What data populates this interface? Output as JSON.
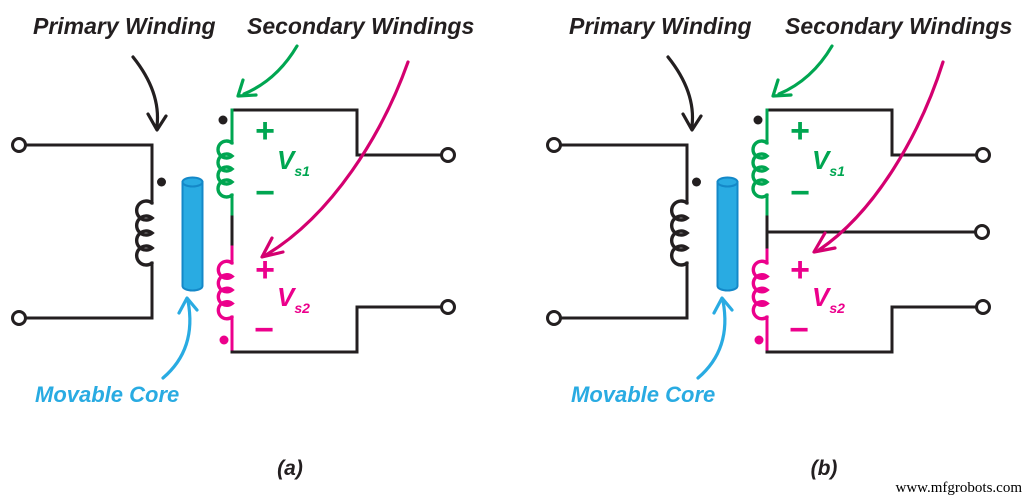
{
  "page": {
    "background": "#FFFFFF",
    "watermark": "www.mfgrobots.com"
  },
  "colors": {
    "line_black": "#231F20",
    "secondary1_green": "#00A651",
    "secondary2_pink": "#EC008C",
    "pointer_arrow_pink": "#D40070",
    "core_cyan": "#29ABE2"
  },
  "diagrams": [
    {
      "caption": "(a)",
      "primary_winding_label": "Primary Winding",
      "secondary_windings_label": "Secondary Windings",
      "movable_core_label": "Movable Core",
      "secondary1": {
        "plus": "+",
        "voltage_main": "V",
        "voltage_sub": "s1",
        "minus": "−"
      },
      "secondary2": {
        "plus": "+",
        "voltage_main": "V",
        "voltage_sub": "s2",
        "minus": "−"
      }
    },
    {
      "caption": "(b)",
      "primary_winding_label": "Primary Winding",
      "secondary_windings_label": "Secondary Windings",
      "movable_core_label": "Movable Core",
      "secondary1": {
        "plus": "+",
        "voltage_main": "V",
        "voltage_sub": "s1",
        "minus": "−"
      },
      "secondary2": {
        "plus": "+",
        "voltage_main": "V",
        "voltage_sub": "s2",
        "minus": "−"
      }
    }
  ]
}
